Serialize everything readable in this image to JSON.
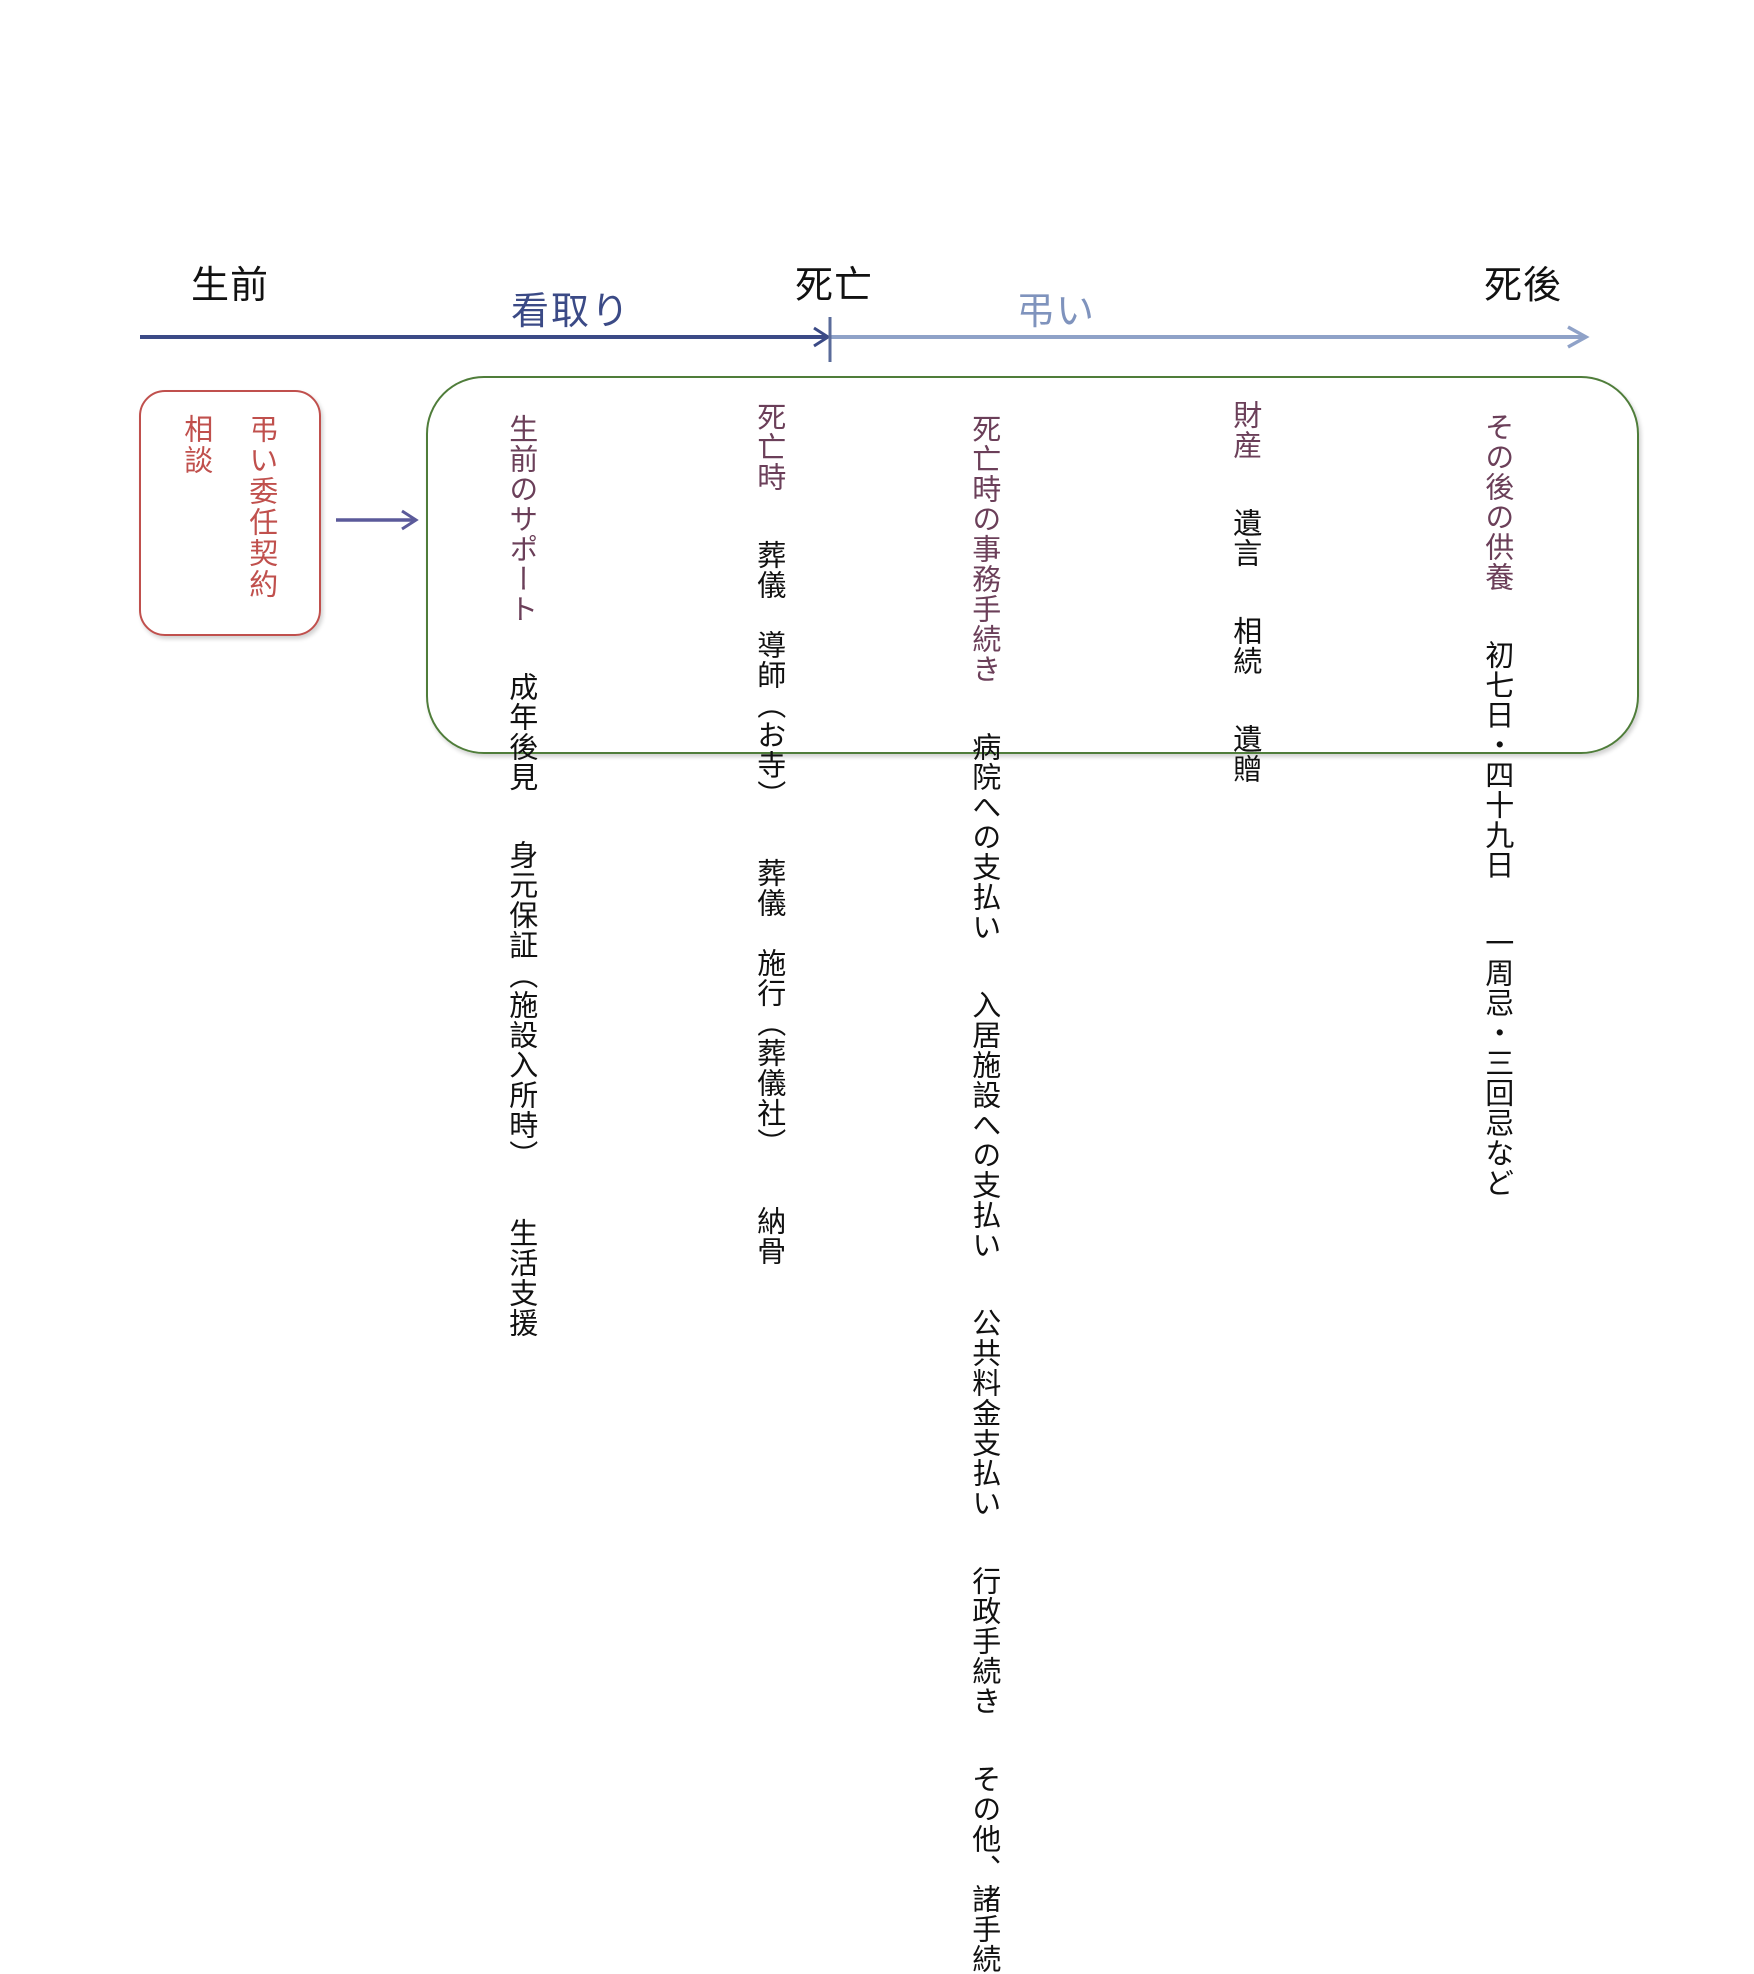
{
  "timeline": {
    "stage_before": "生前",
    "stage_death": "死亡",
    "stage_after": "死後",
    "phase_care": "看取り",
    "phase_memorial": "弔い"
  },
  "consult": {
    "label": "相談",
    "contract": "弔い委任契約"
  },
  "groups": {
    "lifetime": {
      "heading": "生前のサポート",
      "items": [
        "成年後見",
        "身元保証（施設入所時）",
        "生活支援"
      ]
    },
    "at_death": {
      "heading": "死亡時",
      "items": [
        "葬儀　導師（お寺）",
        "葬儀　施行（葬儀社）",
        "納骨"
      ]
    },
    "procedures": {
      "heading": "死亡時の事務手続き",
      "items": [
        "病院への支払い",
        "入居施設への支払い",
        "公共料金支払い",
        "行政手続き",
        "その他、諸手続"
      ]
    },
    "property": {
      "heading": "財産",
      "items": [
        "遺言",
        "相続",
        "遺贈"
      ]
    },
    "memorial": {
      "heading": "その後の供養",
      "items": [
        "初七日・四十九日",
        "一周忌・三回忌など"
      ]
    }
  },
  "colors": {
    "timeline_dark": "#3b4a86",
    "timeline_light": "#8fa2c8",
    "consult_red": "#c0504d",
    "box_green": "#4f7d3a",
    "heading_purple": "#6b3f59",
    "connector_purple": "#5b5a9a"
  }
}
